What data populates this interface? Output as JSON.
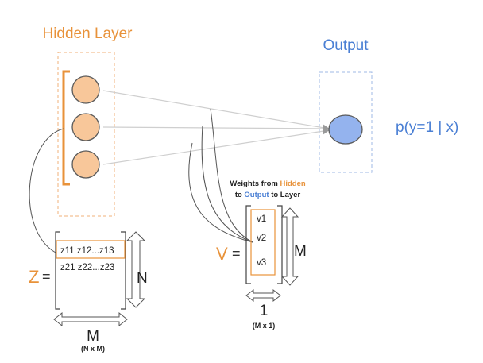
{
  "labels": {
    "hidden_title": "Hidden Layer",
    "output_title": "Output",
    "probability": "p(y=1 | x)",
    "weights_caption": {
      "part1": "Weights from ",
      "hidden_word": "Hidden",
      "part2": "to ",
      "output_word": "Output",
      "part3": " to Layer"
    }
  },
  "z_matrix": {
    "symbol": "Z",
    "equals": "=",
    "row1": "z11 z12...z13",
    "row2": "z21 z22...z23",
    "height_label": "N",
    "width_label": "M",
    "dims": "(N x M)"
  },
  "v_matrix": {
    "symbol": "V",
    "equals": "=",
    "entries": [
      "v1",
      "v2",
      "v3"
    ],
    "height_label": "M",
    "width_label": "1",
    "dims": "(M x 1)"
  },
  "colors": {
    "orange": "#E8923A",
    "node_fill": "#F8C79A",
    "node_stroke": "#5a5a5a",
    "blue": "#4A7FD4",
    "output_fill": "#94B3EE",
    "line_gray": "#cfcfcf",
    "dash_blue": "#9FB8E6",
    "dash_orange": "#F2B27A"
  }
}
